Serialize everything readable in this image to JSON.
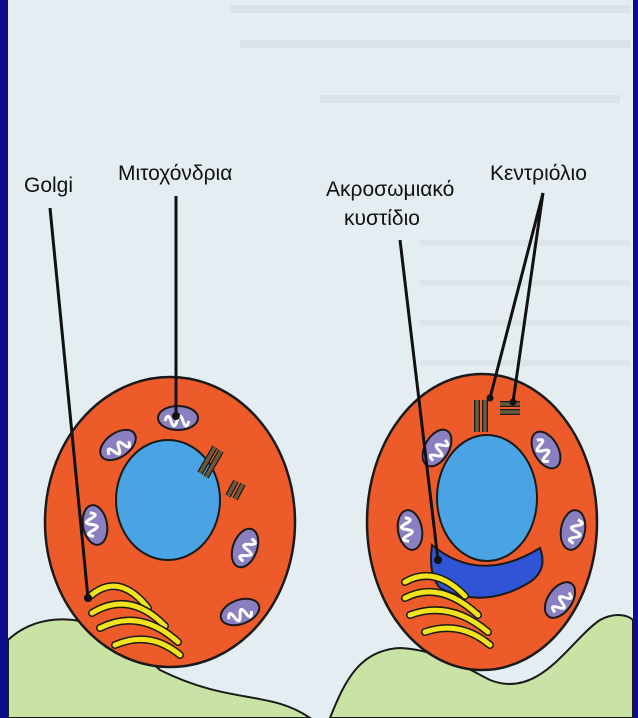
{
  "colors": {
    "frame": "#0d0f8a",
    "panel": "#e4edf1",
    "cell": "#ee5b2a",
    "cell_outline": "#1a1a1a",
    "nucleus": "#4aa3e2",
    "acrosomal_vesicle": "#2f55d6",
    "golgi": "#f2e31a",
    "mitochondria": "#8a7fc0",
    "centriole": "#6b5a3a",
    "base_tissue": "#c9e3a4",
    "pointer_line": "#111111"
  },
  "labels": {
    "golgi": "Golgi",
    "mitochondria": "Μιτοχόνδρια",
    "acrosomal_line1": "Ακροσωμιακό",
    "acrosomal_line2": "κυστίδιο",
    "centriole": "Κεντριόλιο"
  },
  "cells": [
    {
      "name": "cell-left",
      "has_acrosome": false
    },
    {
      "name": "cell-right",
      "has_acrosome": true
    }
  ]
}
